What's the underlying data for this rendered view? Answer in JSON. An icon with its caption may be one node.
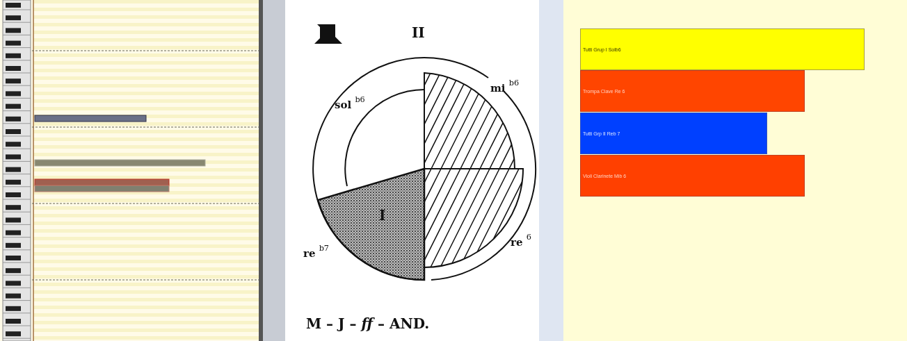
{
  "diagram": {
    "nodes": [
      {
        "text": [
          "Tutti Grup I Solb6"
        ]
      },
      {
        "text": [
          "Trompa Clave Re 6"
        ]
      },
      {
        "text": [
          "Tutti Grp II Reb 7"
        ]
      },
      {
        "text": [
          "Violi Clarinete Mib 6"
        ]
      }
    ],
    "labels": [
      "II",
      "sol $^{b6}$",
      "mi $^{b6}$",
      "re $^{b7}$",
      "re $^{6}$",
      "I",
      "M – J – *ff* – AND."
    ]
  }
}
